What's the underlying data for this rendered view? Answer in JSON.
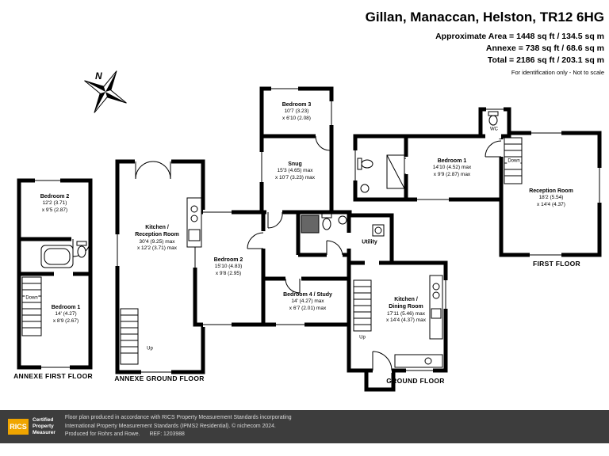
{
  "header": {
    "title": "Gillan, Manaccan, Helston, TR12 6HG",
    "area_line1": "Approximate Area = 1448 sq ft / 134.5 sq m",
    "area_line2": "Annexe = 738 sq ft / 68.6 sq m",
    "area_line3": "Total = 2186 sq ft / 203.1 sq m",
    "disclaimer": "For identification only - Not to scale"
  },
  "compass": {
    "label": "N"
  },
  "floors": {
    "annexe_first": {
      "label": "ANNEXE FIRST FLOOR",
      "stairs_label": "Down",
      "rooms": {
        "bedroom2": {
          "name": "Bedroom 2",
          "dim1": "12'2 (3.71)",
          "dim2": "x 9'5 (2.87)"
        },
        "bedroom1": {
          "name": "Bedroom 1",
          "dim1": "14' (4.27)",
          "dim2": "x 8'9 (2.67)"
        }
      }
    },
    "annexe_ground": {
      "label": "ANNEXE GROUND FLOOR",
      "stairs_label": "Up",
      "rooms": {
        "kitchen_reception": {
          "name1": "Kitchen /",
          "name2": "Reception Room",
          "dim1": "30'4 (9.25) max",
          "dim2": "x 12'2 (3.71) max"
        }
      }
    },
    "ground": {
      "label": "GROUND FLOOR",
      "stairs_label": "Up",
      "rooms": {
        "bedroom3": {
          "name": "Bedroom 3",
          "dim1": "10'7 (3.23)",
          "dim2": "x 6'10 (2.08)"
        },
        "snug": {
          "name": "Snug",
          "dim1": "15'3 (4.65) max",
          "dim2": "x 10'7 (3.23) max"
        },
        "bedroom2": {
          "name": "Bedroom 2",
          "dim1": "15'10 (4.83)",
          "dim2": "x 9'8 (2.95)"
        },
        "bedroom4": {
          "name": "Bedroom 4 / Study",
          "dim1": "14' (4.27) max",
          "dim2": "x 6'7 (2.01) max"
        },
        "utility": {
          "name": "Utility"
        },
        "kitchen_dining": {
          "name1": "Kitchen /",
          "name2": "Dining Room",
          "dim1": "17'11 (5.46) max",
          "dim2": "x 14'4 (4.37) max"
        }
      }
    },
    "first": {
      "label": "FIRST FLOOR",
      "stairs_label": "Down",
      "rooms": {
        "wc": {
          "name": "WC"
        },
        "bedroom1": {
          "name": "Bedroom 1",
          "dim1": "14'10 (4.52) max",
          "dim2": "x 9'9 (2.87) max"
        },
        "reception": {
          "name": "Reception Room",
          "dim1": "18'2 (5.54)",
          "dim2": "x 14'4 (4.37)"
        }
      }
    }
  },
  "footer": {
    "rics_logo": "RICS",
    "rics_label1": "Certified",
    "rics_label2": "Property",
    "rics_label3": "Measurer",
    "line1": "Floor plan produced in accordance with RICS Property Measurement Standards incorporating",
    "line2": "International Property Measurement Standards (IPMS2 Residential). © nichecom 2024.",
    "line3": "Produced for Rohrs and Rowe.",
    "ref": "REF: 1203988"
  },
  "colors": {
    "wall": "#000000",
    "footer_bg": "#3d3d3d",
    "rics_orange": "#f0a500"
  }
}
